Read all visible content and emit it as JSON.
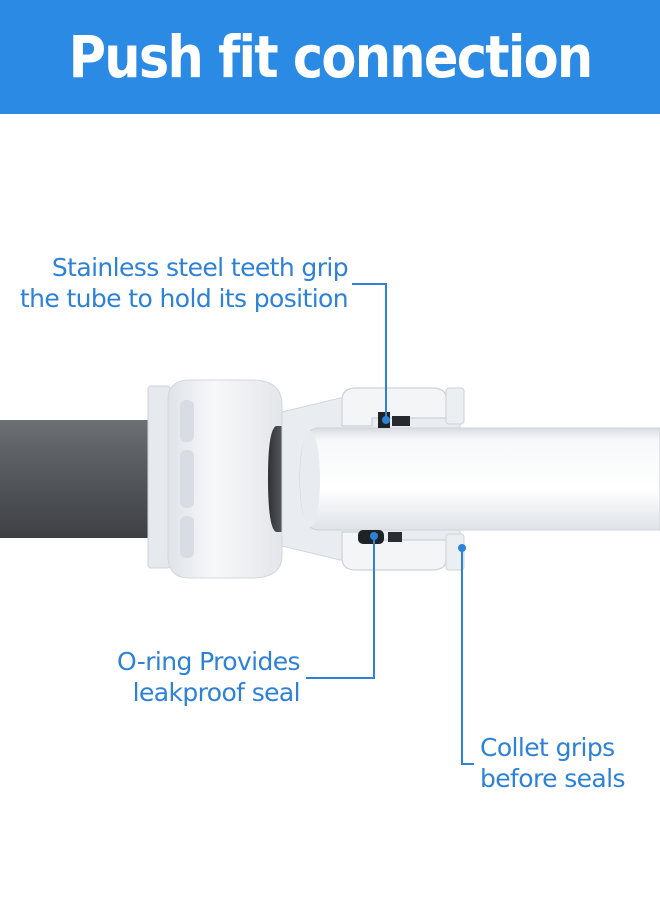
{
  "header": {
    "title": "Push fit connection"
  },
  "callouts": {
    "teeth": {
      "line1": "Stainless steel teeth grip",
      "line2": "the tube to hold its position"
    },
    "oring": {
      "line1": "O-ring Provides",
      "line2": "leakproof seal"
    },
    "collet": {
      "line1": "Collet grips",
      "line2": "before seals"
    }
  },
  "colors": {
    "banner": "#2b8ae3",
    "callout_text": "#2e82d6",
    "leader_line": "#2e82d6",
    "dark_tube": "#55585d",
    "white_tube": "#f4f5f7",
    "fitting": "#eef0f3"
  }
}
